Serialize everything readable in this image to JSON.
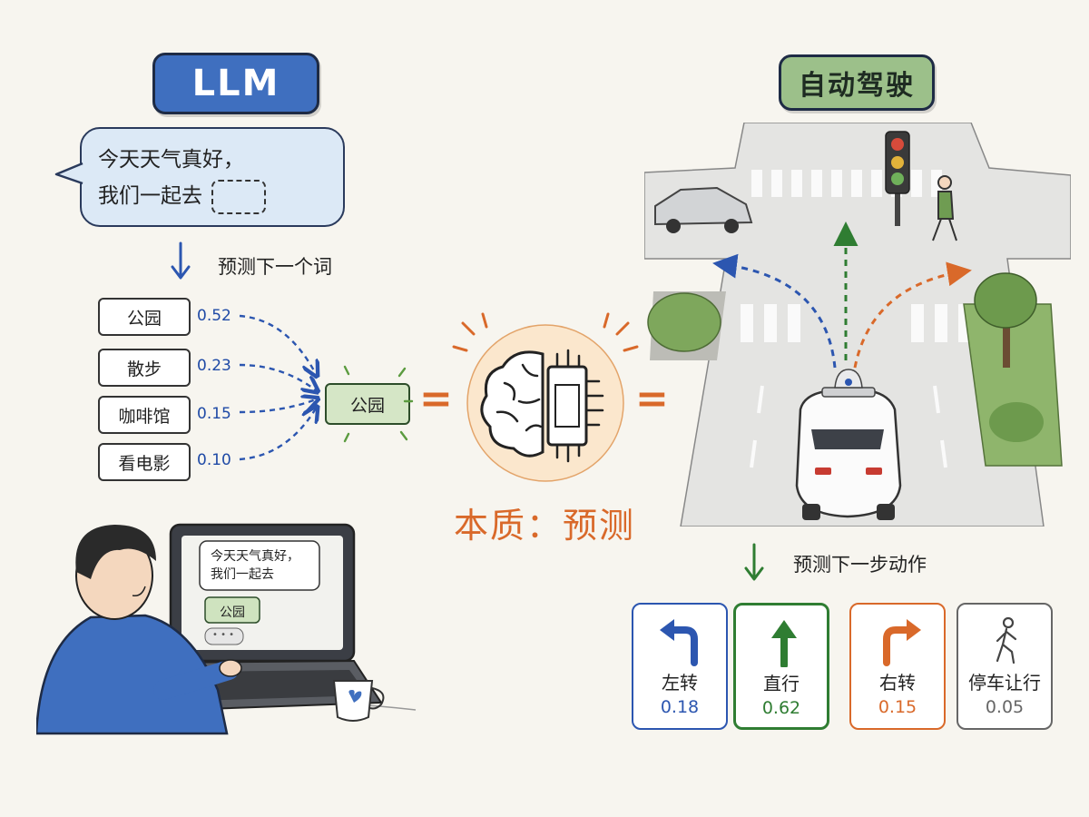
{
  "llm": {
    "title": "LLM",
    "prompt_line1": "今天天气真好，",
    "prompt_line2": "我们一起去",
    "predict_label": "预测下一个词",
    "candidates": [
      {
        "word": "公园",
        "prob": "0.52"
      },
      {
        "word": "散步",
        "prob": "0.23"
      },
      {
        "word": "咖啡馆",
        "prob": "0.15"
      },
      {
        "word": "看电影",
        "prob": "0.10"
      }
    ],
    "result": "公园",
    "laptop": {
      "line1": "今天天气真好，",
      "line2": "我们一起去",
      "reply": "公园",
      "typing": "• • •"
    }
  },
  "center": {
    "equals_left": "=",
    "equals_right": "=",
    "core_label": "本质：预测"
  },
  "driving": {
    "title": "自动驾驶",
    "predict_label": "预测下一步动作",
    "actions": [
      {
        "label": "左转",
        "prob": "0.18",
        "color": "#2c56b0"
      },
      {
        "label": "直行",
        "prob": "0.62",
        "color": "#2f7d32"
      },
      {
        "label": "右转",
        "prob": "0.15",
        "color": "#d9692a"
      },
      {
        "label": "停车让行",
        "prob": "0.05",
        "color": "#666666"
      }
    ]
  },
  "colors": {
    "blue": "#3f6fbf",
    "green": "#9cc08a",
    "orange": "#d9692a"
  }
}
